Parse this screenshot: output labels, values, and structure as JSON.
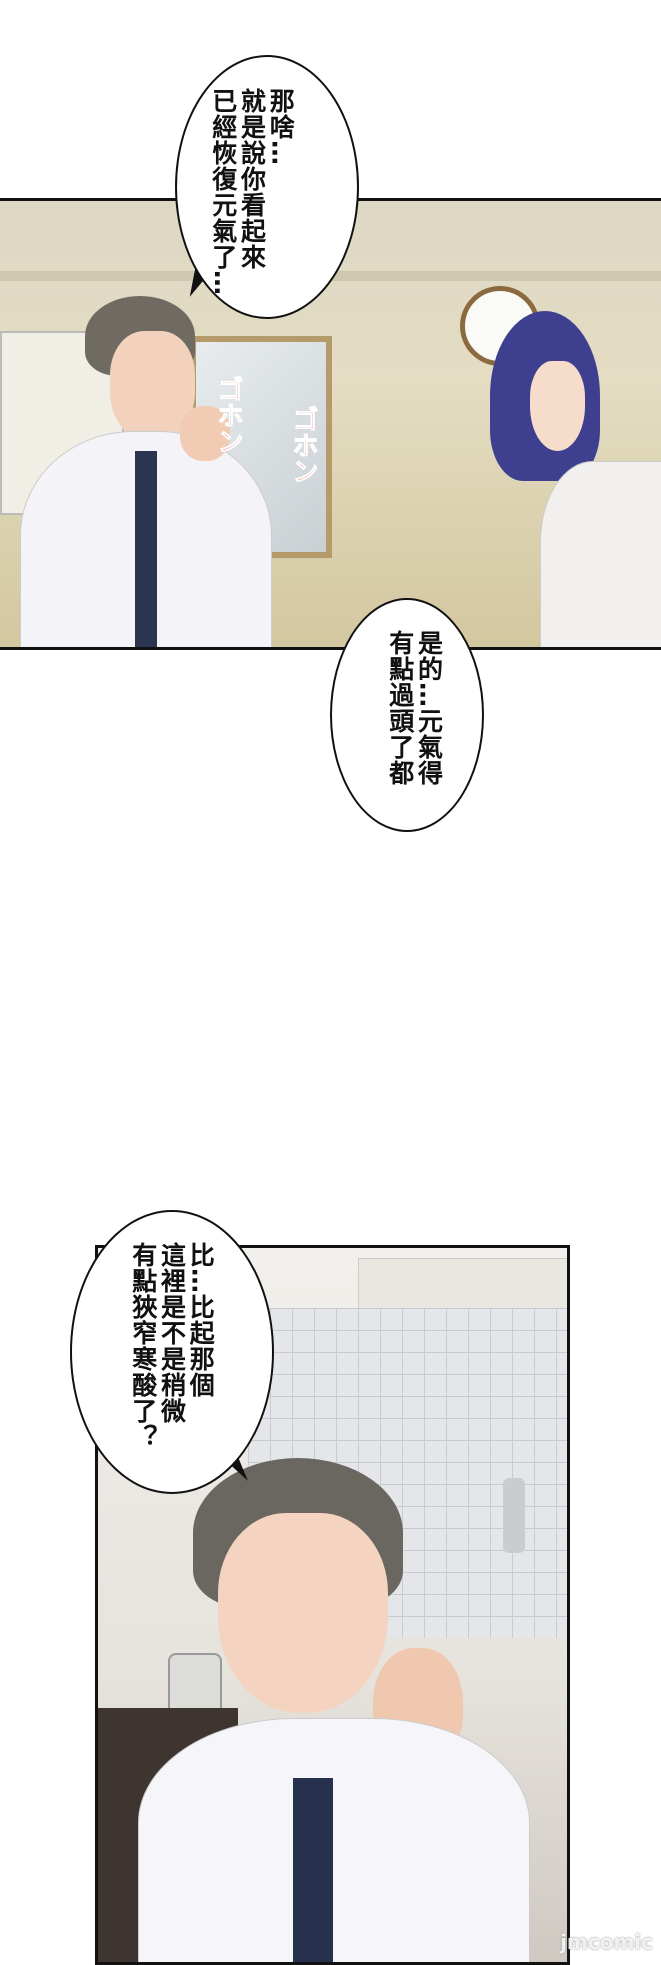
{
  "panels": [
    {
      "bubbles": [
        "那啥…",
        "就是說你看起來",
        "已經恢復元氣了…"
      ],
      "sfx": [
        "ゴホン",
        "ゴホン"
      ]
    },
    {
      "bubbles": [
        "是的…元氣得",
        "有點過頭了都"
      ]
    },
    {
      "bubbles": [
        "比…比起那個",
        "這裡是不是稍微",
        "有點狹窄寒酸了？"
      ]
    }
  ],
  "watermark": "jmcomic",
  "colors": {
    "sfx": "#e0303a",
    "wall": "#e4ddc3",
    "ink": "#111111"
  }
}
